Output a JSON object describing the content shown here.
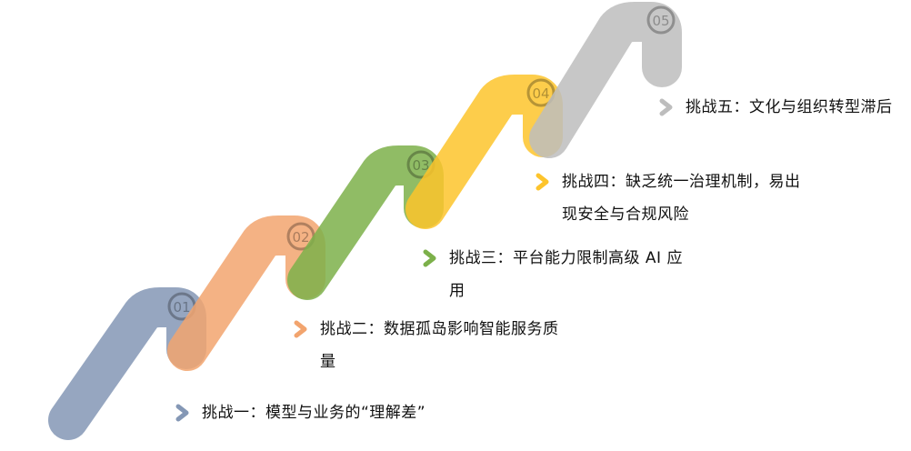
{
  "steps": [
    {
      "number": "01",
      "color": "#8497b5",
      "label": "挑战一：模型与业务的“理解差”"
    },
    {
      "number": "02",
      "color": "#f2a46e",
      "label": "挑战二：数据孤岛影响智能服务质量"
    },
    {
      "number": "03",
      "color": "#7cb04a",
      "label": "挑战三：平台能力限制高级 AI 应用"
    },
    {
      "number": "04",
      "color": "#fdc42c",
      "label": "挑战四：缺乏统一治理机制，易出现安全与合规风险"
    },
    {
      "number": "05",
      "color": "#bdbdbd",
      "label": "挑战五：文化与组织转型滞后"
    }
  ],
  "icons": {
    "chevron": "chevron-right-icon"
  }
}
